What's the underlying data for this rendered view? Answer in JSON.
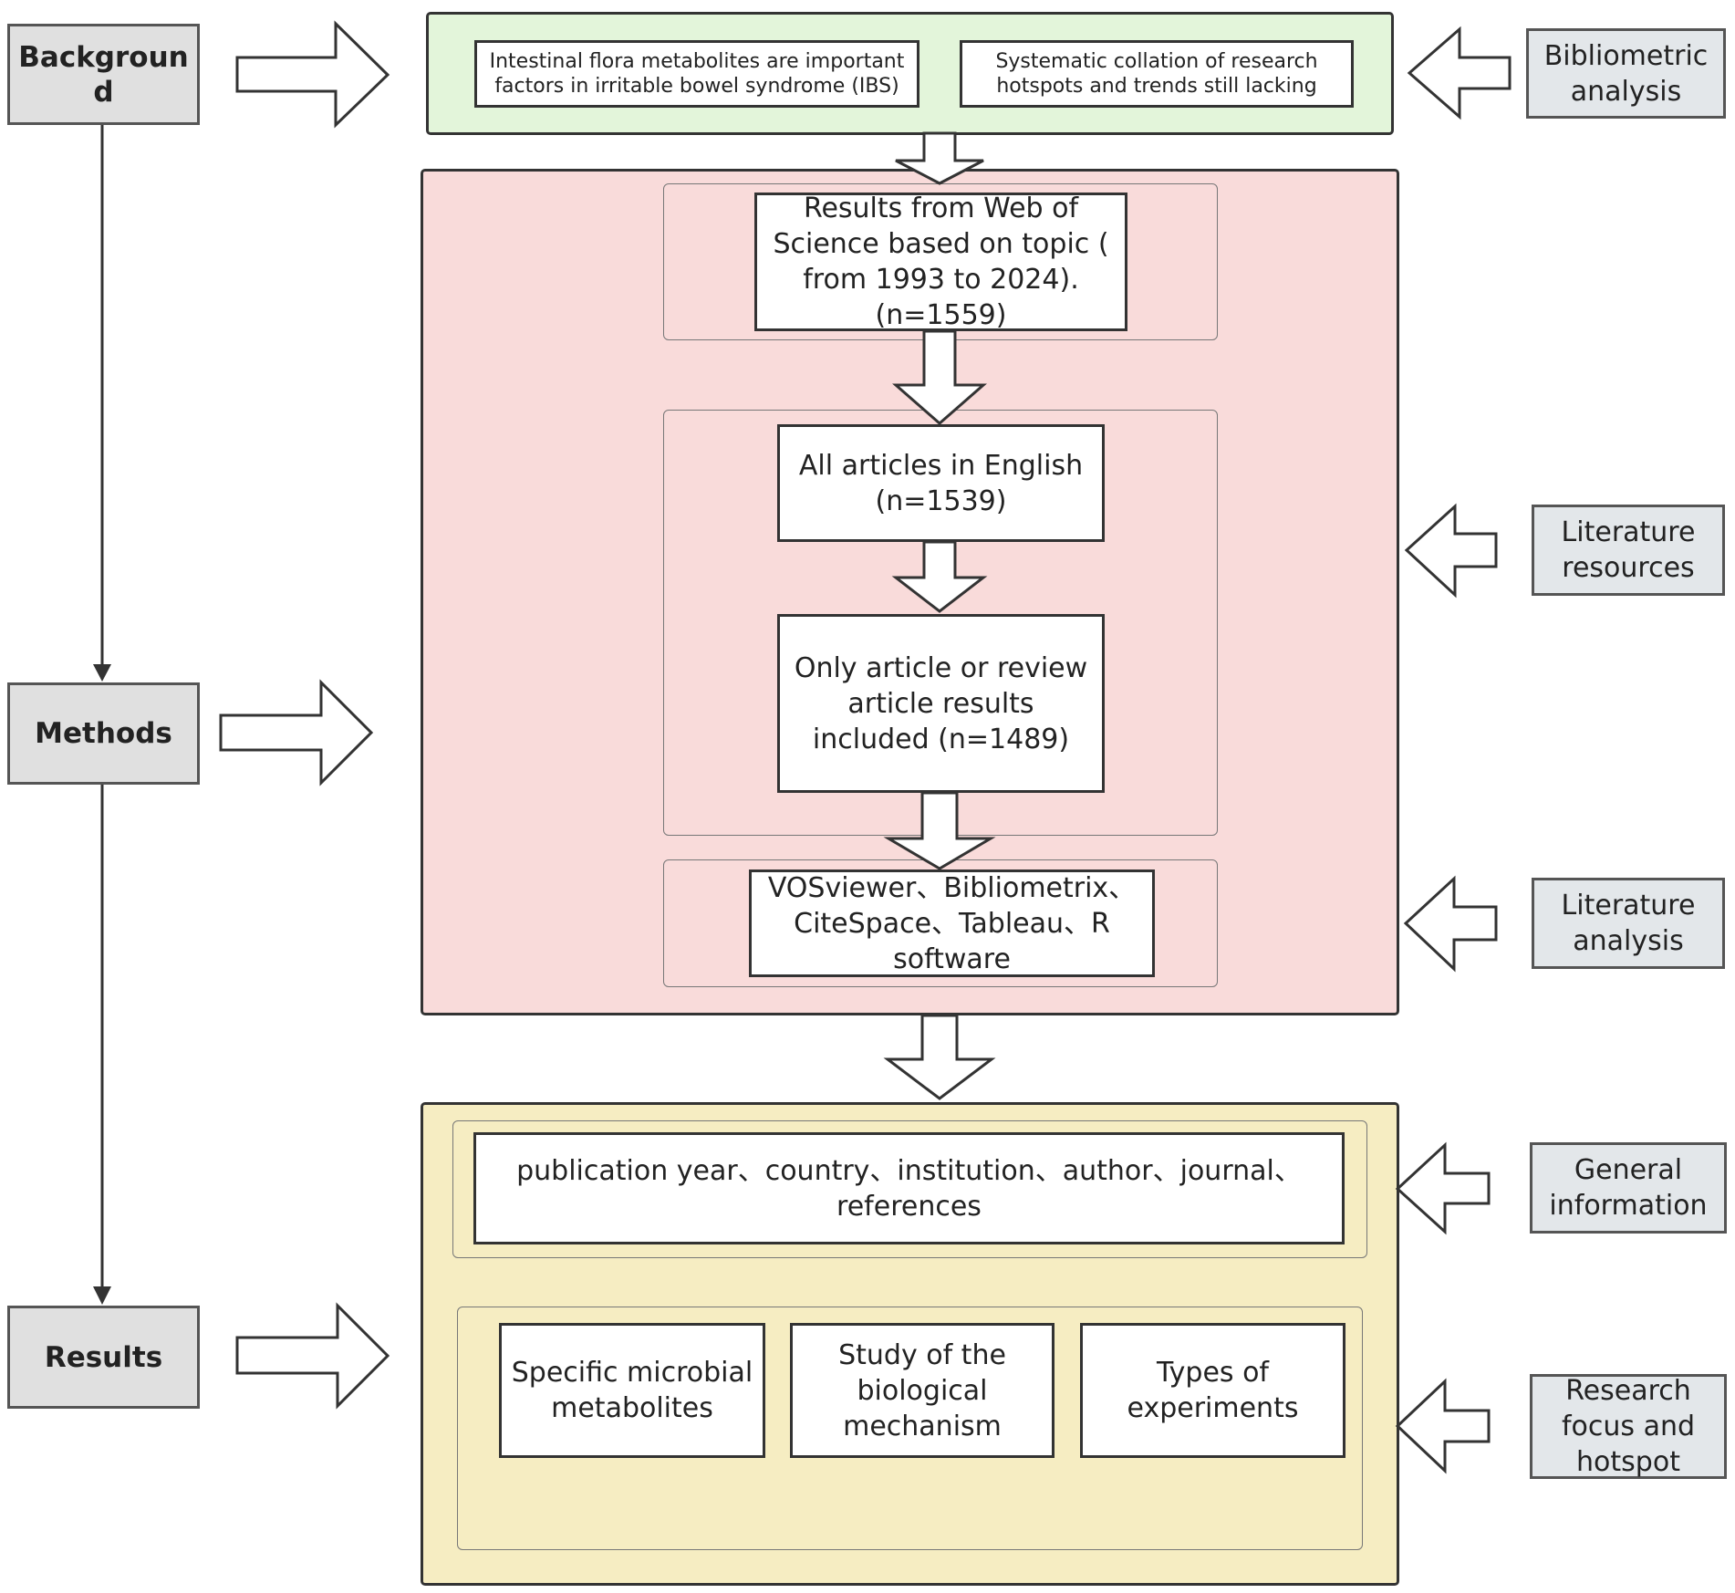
{
  "stages": {
    "background": "Backgroun d",
    "methods": "Methods",
    "results": "Results"
  },
  "side_labels": {
    "bibliometric": "Bibliometric analysis",
    "literature_resources": "Literature resources",
    "literature_analysis": "Literature analysis",
    "general_information": "General information",
    "research_focus": "Research focus and hotspot"
  },
  "background_panel": {
    "box_left": "Intestinal flora metabolites are important factors in irritable bowel syndrome (IBS)",
    "box_right": "Systematic collation of research hotspots and trends still lacking"
  },
  "methods_panel": {
    "wos": "Results from Web of Science based on topic ( from 1993 to 2024). (n=1559)",
    "english": "All articles in English (n=1539)",
    "article_type": "Only article or review article results included (n=1489)",
    "software": "VOSviewer、Bibliometrix、CiteSpace、Tableau、R software"
  },
  "results_panel": {
    "general": "publication year、country、institution、author、journal、references",
    "metabolites": "Specific microbial metabolites",
    "mechanism": "Study of the biological mechanism",
    "experiments": "Types of experiments"
  },
  "colors": {
    "background_panel": "#e3f5da",
    "methods_panel": "#f9dbda",
    "results_panel": "#f6edc2",
    "stage_fill": "#e0e0e0",
    "side_fill": "#e3e7ea"
  }
}
